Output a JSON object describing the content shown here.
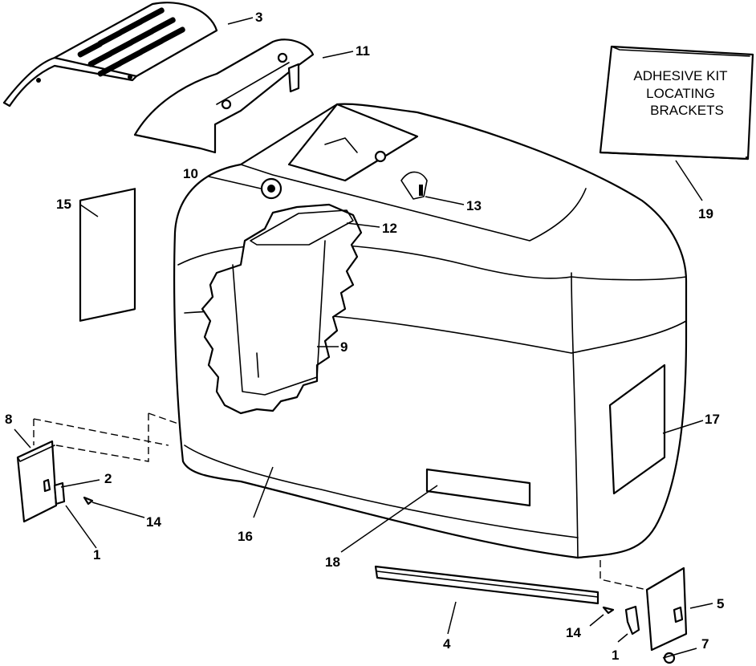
{
  "callouts": {
    "c1a": "1",
    "c1b": "1",
    "c2": "2",
    "c3": "3",
    "c4": "4",
    "c5": "5",
    "c7": "7",
    "c8": "8",
    "c9": "9",
    "c10": "10",
    "c11": "11",
    "c12": "12",
    "c13": "13",
    "c14a": "14",
    "c14b": "14",
    "c15": "15",
    "c16": "16",
    "c17": "17",
    "c18": "18",
    "c19": "19"
  },
  "kit_box": {
    "line1": "ADHESIVE KIT",
    "line2": "LOCATING",
    "line3": "BRACKETS"
  }
}
